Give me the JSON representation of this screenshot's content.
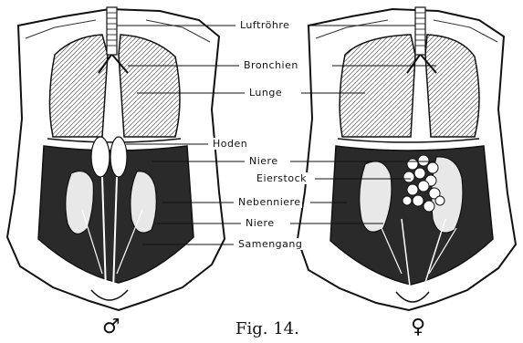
{
  "labels": {
    "luftroehre": "Luftröhre",
    "bronchien": "Bronchien",
    "lunge": "Lunge",
    "hoden": "Hoden",
    "niere_top": "Niere",
    "eierstock": "Eierstock",
    "nebenniere": "Nebenniere",
    "niere_bottom": "Niere",
    "samengang": "Samengang"
  },
  "caption": "Fig. 14.",
  "symbols": {
    "male": "♂",
    "female": "♀"
  }
}
